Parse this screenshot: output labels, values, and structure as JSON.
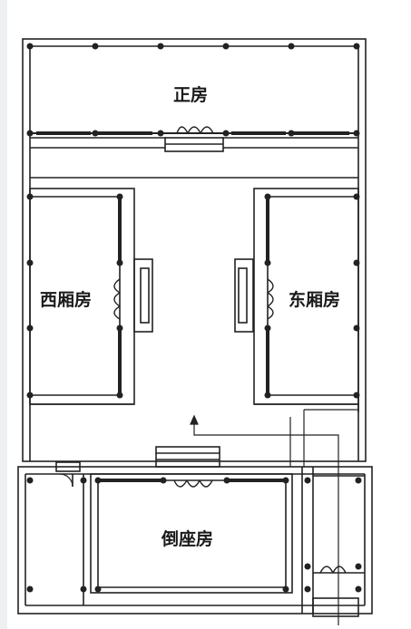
{
  "rooms": {
    "main_hall": "正房",
    "west_wing": "西厢房",
    "east_wing": "东厢房",
    "south_hall": "倒座房"
  }
}
